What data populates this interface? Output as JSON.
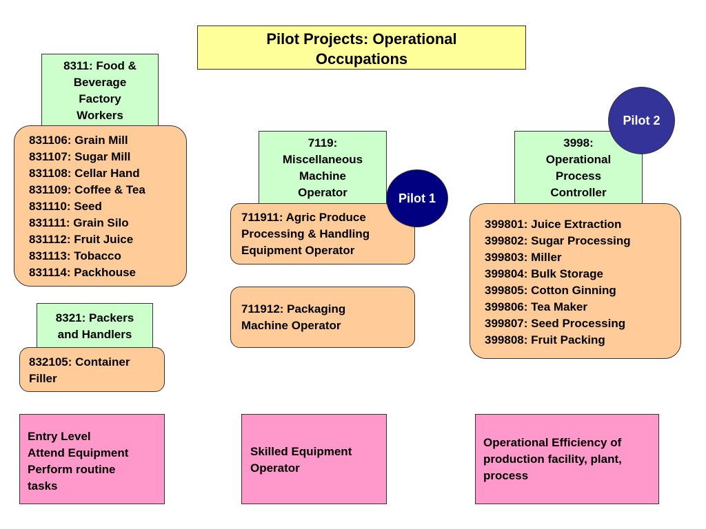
{
  "title": [
    "Pilot Projects:  Operational",
    "Occupations"
  ],
  "occupations": {
    "food_beverage": {
      "header": [
        "8311:  Food &",
        "Beverage",
        "Factory",
        "Workers"
      ],
      "items": [
        "831106: Grain Mill",
        "831107: Sugar Mill",
        "831108: Cellar Hand",
        "831109: Coffee & Tea",
        "831110: Seed",
        "831111: Grain Silo",
        "831112: Fruit Juice",
        "831113: Tobacco",
        "831114: Packhouse"
      ]
    },
    "packers": {
      "header": [
        "8321: Packers",
        "and Handlers"
      ],
      "items": [
        "832105: Container",
        "Filler"
      ]
    },
    "machine_operator": {
      "header": [
        "7119:",
        "Miscellaneous",
        "Machine",
        "Operator"
      ],
      "items_a": [
        "711911: Agric Produce",
        "Processing & Handling",
        "Equipment Operator"
      ],
      "items_b": [
        "711912: Packaging",
        "Machine Operator"
      ]
    },
    "process_controller": {
      "header": [
        "3998:",
        "Operational",
        "Process",
        "Controller"
      ],
      "items": [
        "399801: Juice Extraction",
        "399802: Sugar Processing",
        "399803: Miller",
        "399804: Bulk Storage",
        "399805: Cotton Ginning",
        "399806: Tea Maker",
        "399807: Seed Processing",
        "399808: Fruit Packing"
      ]
    }
  },
  "pilots": {
    "pilot1": "Pilot 1",
    "pilot2": "Pilot 2"
  },
  "levels": {
    "entry": [
      "Entry Level",
      "Attend Equipment",
      "Perform routine",
      "tasks"
    ],
    "skilled": [
      "Skilled Equipment",
      "Operator"
    ],
    "efficiency": [
      "Operational Efficiency of",
      "production facility, plant,",
      "process"
    ]
  },
  "colors": {
    "title_bg": "#ffff99",
    "header_bg": "#ccffcc",
    "items_bg": "#ffcc99",
    "level_bg": "#ff99cc",
    "pilot_bg": "#000080",
    "pilot2_bg": "#333399"
  }
}
